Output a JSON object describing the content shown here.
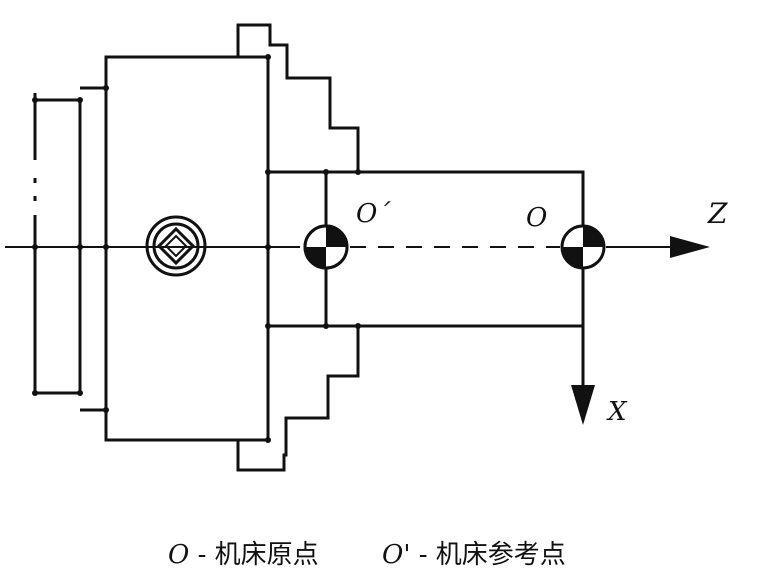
{
  "labels": {
    "origin_O": "O",
    "ref_point_O_prime": "O´",
    "axis_z": "Z",
    "axis_x": "X"
  },
  "caption": {
    "origin_symbol": "O",
    "origin_text": "- 机床原点",
    "ref_symbol": "O'",
    "ref_text": "- 机床参考点"
  },
  "colors": {
    "ink": "#111111",
    "background": "#ffffff"
  }
}
